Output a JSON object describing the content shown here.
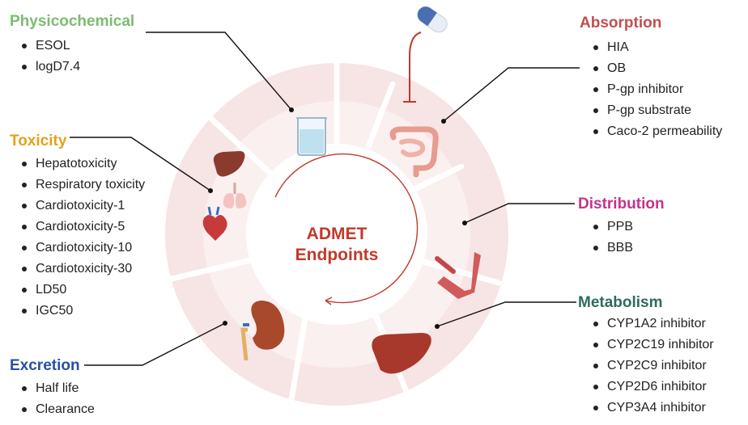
{
  "center": {
    "line1": "ADMET",
    "line2": "Endpoints"
  },
  "colors": {
    "physicochemical": "#7cbc6f",
    "absorption": "#c44e4e",
    "toxicity": "#e3a21a",
    "distribution": "#c2348d",
    "metabolism": "#2e6b5e",
    "excretion": "#2a4fa0",
    "ring": "#f7e4e4",
    "ring_inner": "#fbf0f0",
    "center_text": "#c0392b"
  },
  "sections": {
    "physicochemical": {
      "title": "Physicochemical",
      "items": [
        "ESOL",
        "logD7.4"
      ]
    },
    "absorption": {
      "title": "Absorption",
      "items": [
        "HIA",
        "OB",
        "P-gp inhibitor",
        "P-gp substrate",
        "Caco-2 permeability"
      ]
    },
    "toxicity": {
      "title": "Toxicity",
      "items": [
        "Hepatotoxicity",
        "Respiratory toxicity",
        "Cardiotoxicity-1",
        "Cardiotoxicity-5",
        "Cardiotoxicity-10",
        "Cardiotoxicity-30",
        "LD50",
        "IGC50"
      ]
    },
    "distribution": {
      "title": "Distribution",
      "items": [
        "PPB",
        "BBB"
      ]
    },
    "metabolism": {
      "title": "Metabolism",
      "items": [
        "CYP1A2 inhibitor",
        "CYP2C19 inhibitor",
        "CYP2C9 inhibitor",
        "CYP2D6 inhibitor",
        "CYP3A4 inhibitor"
      ]
    },
    "excretion": {
      "title": "Excretion",
      "items": [
        "Half life",
        "Clearance"
      ]
    }
  },
  "icons": [
    "beaker-icon",
    "capsule-icon",
    "intestine-icon",
    "liver-icon",
    "lungs-icon",
    "heart-icon",
    "blood-vessel-icon",
    "kidney-icon",
    "cell-icon"
  ]
}
